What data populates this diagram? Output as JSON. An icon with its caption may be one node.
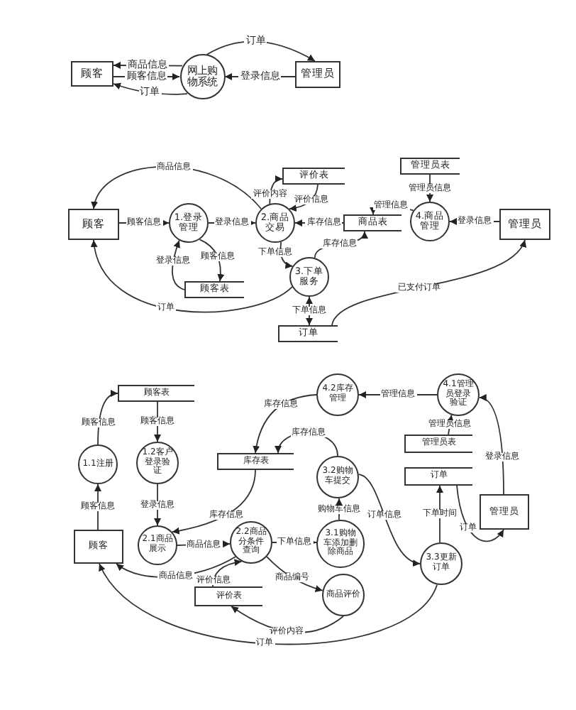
{
  "diagram": {
    "nodes": [
      {
        "text": [
          "顾客"
        ]
      },
      {
        "text": [
          "网上购物系统"
        ]
      },
      {
        "text": [
          "管理员"
        ]
      },
      {
        "text": [
          "顾客"
        ]
      },
      {
        "text": [
          "1.登录管理"
        ]
      },
      {
        "text": [
          "2.商品交易"
        ]
      },
      {
        "text": [
          "评价表"
        ]
      },
      {
        "text": [
          "管理员表"
        ]
      },
      {
        "text": [
          "4.商品管理"
        ]
      },
      {
        "text": [
          "商品表"
        ]
      },
      {
        "text": [
          "管理员"
        ]
      },
      {
        "text": [
          "顾客表"
        ]
      },
      {
        "text": [
          "3.下单服务"
        ]
      },
      {
        "text": [
          "订单"
        ]
      },
      {
        "text": [
          "顾客表"
        ]
      },
      {
        "text": [
          "4.2库存管理"
        ]
      },
      {
        "text": [
          "4.1管理员登录验证"
        ]
      },
      {
        "text": [
          "1.1注册"
        ]
      },
      {
        "text": [
          "1.2客户登录验证"
        ]
      },
      {
        "text": [
          "库存表"
        ]
      },
      {
        "text": [
          "3.2购物车提交"
        ]
      },
      {
        "text": [
          "管理员表"
        ]
      },
      {
        "text": [
          "订单"
        ]
      },
      {
        "text": [
          "管理员"
        ]
      },
      {
        "text": [
          "顾客"
        ]
      },
      {
        "text": [
          "2.1商品展示"
        ]
      },
      {
        "text": [
          "2.2商品分条件查询"
        ]
      },
      {
        "text": [
          "3.1购物车添加删除商品"
        ]
      },
      {
        "text": [
          "3.3更新订单"
        ]
      },
      {
        "text": [
          "商品评价"
        ]
      },
      {
        "text": [
          "评价表"
        ]
      }
    ],
    "edges": [
      {
        "from": 1,
        "to": 0,
        "label": "商品信息",
        "arrow": "to"
      },
      {
        "from": 0,
        "to": 1,
        "label": "顾客信息",
        "arrow": "to"
      },
      {
        "from": 1,
        "to": 0,
        "label": "订单",
        "arrow": "to"
      },
      {
        "from": 1,
        "to": 2,
        "label": "订单",
        "arrow": "to"
      },
      {
        "from": 2,
        "to": 1,
        "label": "登录信息",
        "arrow": "to"
      },
      {
        "from": 5,
        "to": 3,
        "label": "商品信息",
        "arrow": "to"
      },
      {
        "from": 3,
        "to": 4,
        "label": "顾客信息",
        "arrow": "to"
      },
      {
        "from": 4,
        "to": 5,
        "label": "登录信息",
        "arrow": "to"
      },
      {
        "from": 5,
        "to": 6,
        "label": "评价内容",
        "arrow": "to"
      },
      {
        "from": 6,
        "to": 5,
        "label": "评价信息",
        "arrow": "to"
      },
      {
        "from": 9,
        "to": 5,
        "label": "库存信息",
        "arrow": "to"
      },
      {
        "from": 8,
        "to": 9,
        "label": "管理信息",
        "arrow": "to"
      },
      {
        "from": 7,
        "to": 8,
        "label": "管理员信息",
        "arrow": "to"
      },
      {
        "from": 10,
        "to": 8,
        "label": "登录信息",
        "arrow": "to"
      },
      {
        "from": 4,
        "to": 11,
        "label": "顾客信息",
        "arrow": "to"
      },
      {
        "from": 11,
        "to": 4,
        "label": "登录信息",
        "arrow": "to"
      },
      {
        "from": 5,
        "to": 12,
        "label": "下单信息",
        "arrow": "to"
      },
      {
        "from": 12,
        "to": 9,
        "label": "库存信息",
        "arrow": "to"
      },
      {
        "from": 12,
        "to": 3,
        "label": "订单",
        "arrow": "to"
      },
      {
        "from": 13,
        "to": 12,
        "label": "下单信息",
        "arrow": "both"
      },
      {
        "from": 13,
        "to": 10,
        "label": "已支付订单",
        "arrow": "to"
      },
      {
        "from": 24,
        "to": 17,
        "label": "顾客信息",
        "arrow": "to"
      },
      {
        "from": 17,
        "to": 14,
        "label": "顾客信息",
        "arrow": "to"
      },
      {
        "from": 14,
        "to": 18,
        "label": "顾客信息",
        "arrow": "to"
      },
      {
        "from": 18,
        "to": 25,
        "label": "登录信息",
        "arrow": "to"
      },
      {
        "from": 15,
        "to": 19,
        "label": "库存信息",
        "arrow": "to"
      },
      {
        "from": 16,
        "to": 15,
        "label": "管理信息",
        "arrow": "to"
      },
      {
        "from": 21,
        "to": 16,
        "label": "管理员信息",
        "arrow": "to"
      },
      {
        "from": 23,
        "to": 16,
        "label": "登录信息",
        "arrow": "to"
      },
      {
        "from": 20,
        "to": 19,
        "label": "库存信息",
        "arrow": "to"
      },
      {
        "from": 19,
        "to": 25,
        "label": "库存信息",
        "arrow": "to"
      },
      {
        "from": 25,
        "to": 26,
        "label": "商品信息",
        "arrow": "to"
      },
      {
        "from": 26,
        "to": 27,
        "label": "下单信息",
        "arrow": "to"
      },
      {
        "from": 26,
        "to": 24,
        "label": "商品信息",
        "arrow": "to"
      },
      {
        "from": 30,
        "to": 26,
        "label": "评价信息",
        "arrow": "to"
      },
      {
        "from": 26,
        "to": 29,
        "label": "商品编号",
        "arrow": "to"
      },
      {
        "from": 29,
        "to": 30,
        "label": "评价内容",
        "arrow": "to"
      },
      {
        "from": 27,
        "to": 20,
        "label": "购物车信息",
        "arrow": "to"
      },
      {
        "from": 20,
        "to": 28,
        "label": "订单信息",
        "arrow": "to"
      },
      {
        "from": 28,
        "to": 22,
        "label": "下单时间",
        "arrow": "to"
      },
      {
        "from": 22,
        "to": 23,
        "label": "订单",
        "arrow": "to"
      },
      {
        "from": 28,
        "to": 24,
        "label": "订单",
        "arrow": "to"
      }
    ]
  }
}
